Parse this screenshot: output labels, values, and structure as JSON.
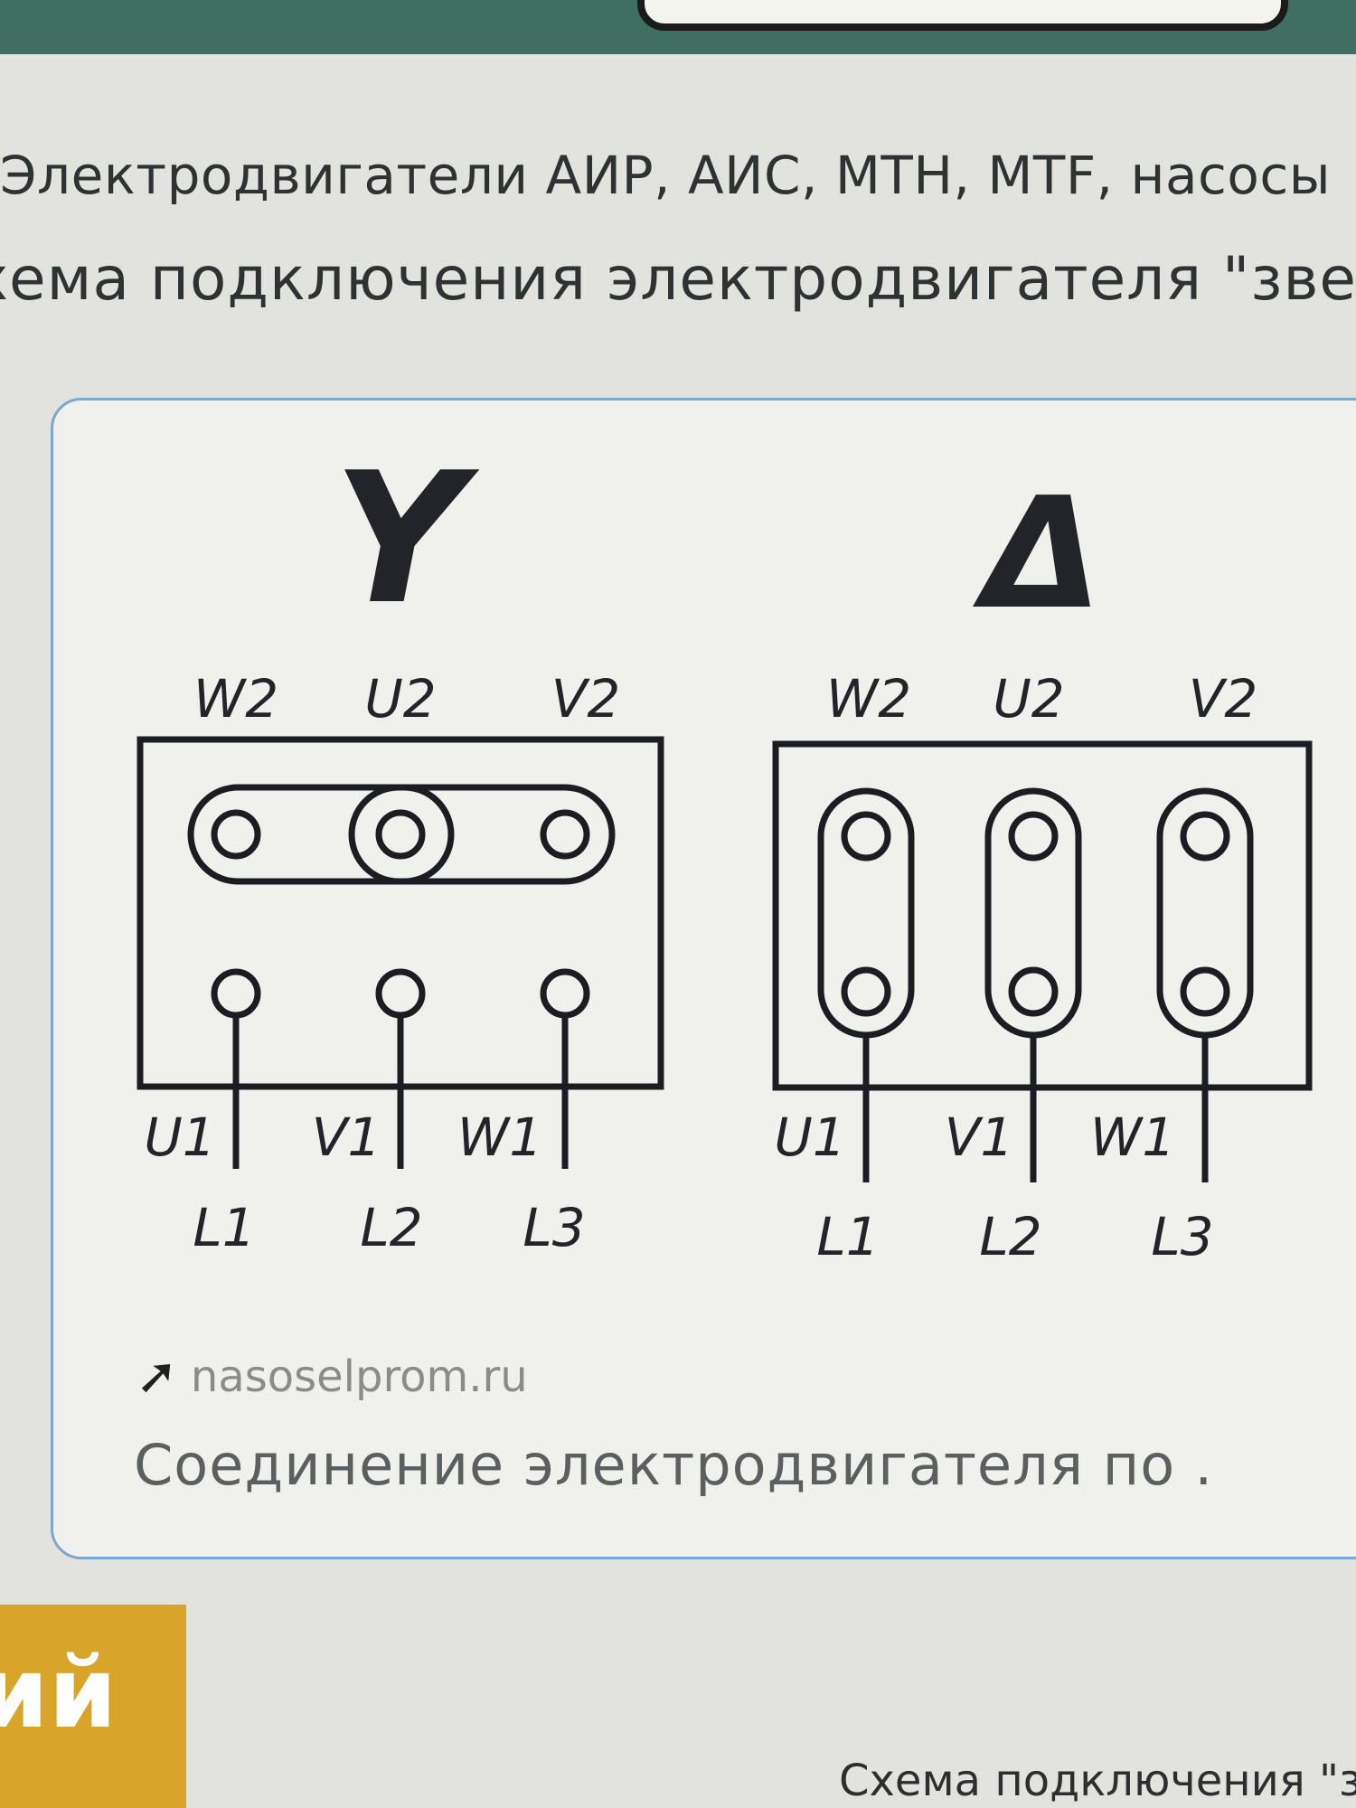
{
  "header_line": "Электродвигатели АИР, АИС, MTH, MTF, насосы",
  "subheader_line": "хема подключения электродвигателя \"звезда",
  "diagram": {
    "star_symbol": "Y",
    "delta_symbol": "Δ",
    "star": {
      "top_labels": [
        "W2",
        "U2",
        "V2"
      ],
      "phase_labels": [
        "U1",
        "V1",
        "W1"
      ],
      "line_labels": [
        "L1",
        "L2",
        "L3"
      ]
    },
    "delta": {
      "top_labels": [
        "W2",
        "U2",
        "V2"
      ],
      "phase_labels": [
        "U1",
        "V1",
        "W1"
      ],
      "line_labels": [
        "L1",
        "L2",
        "L3"
      ]
    }
  },
  "source": {
    "icon": "yandex-arrow-icon",
    "domain": "nasoselprom.ru"
  },
  "caption": "Соединение электродвигателя по …",
  "sidebar_fragment": "ий",
  "bottom_caption": "Схема подключения \"з",
  "colors": {
    "topbar": "#3f6e62",
    "card_border": "#7ea7cf",
    "yellow": "#d8a52a"
  }
}
